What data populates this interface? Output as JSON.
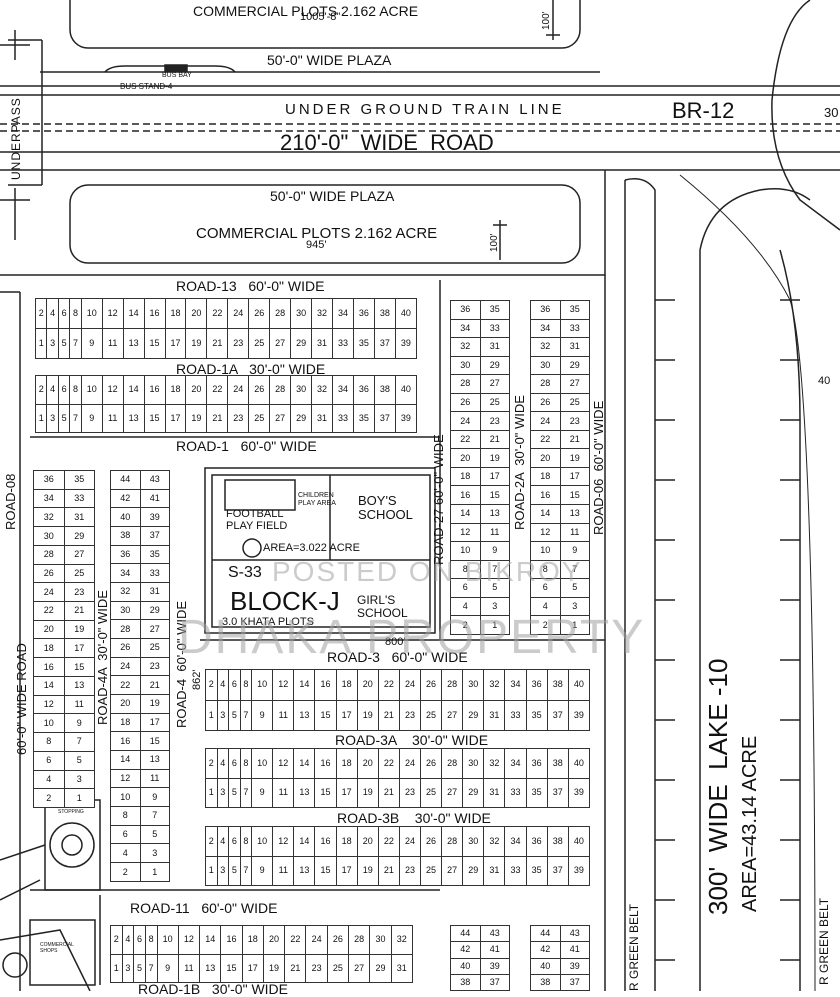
{
  "labels": {
    "commercial_top": "COMMERCIAL PLOTS 2.162 ACRE",
    "commercial_top_dim": "1005'-8\"",
    "plaza_top": "50'-0\" WIDE PLAZA",
    "bus_bay": "BUS BAY",
    "bus_stand": "BUS STAND-4",
    "underpass": "UNDERPASS",
    "train_line": "UNDER GROUND TRAIN LINE",
    "br12": "BR-12",
    "edge_30": "30",
    "main_road": "210'-0\"  WIDE  ROAD",
    "plaza_bottom": "50'-0\" WIDE PLAZA",
    "commercial_bottom": "COMMERCIAL PLOTS 2.162 ACRE",
    "commercial_bottom_dim": "945'",
    "dim_100_top": "100'",
    "dim_100_bottom": "100'",
    "road13": "ROAD-13   60'-0\" WIDE",
    "road1a": "ROAD-1A   30'-0\" WIDE",
    "road1": "ROAD-1   60'-0\" WIDE",
    "road27": "ROAD-27 60'-0\" WIDE",
    "road2a": "ROAD-2A  30'-0\" WIDE",
    "road06": "ROAD-06  60'-0\" WIDE",
    "road08": "ROAD-08",
    "wide_road_60": "60'-0\" WIDE ROAD",
    "road4a": "ROAD-4A  30'-0\" WIDE",
    "road4": "ROAD-4  60'-0\" WIDE",
    "dim_862": "862'",
    "road3": "ROAD-3   60'-0\" WIDE",
    "dim_800": "800'",
    "road3a": "ROAD-3A    30'-0\" WIDE",
    "road3b": "ROAD-3B    30'-0\" WIDE",
    "road11": "ROAD-11   60'-0\" WIDE",
    "road1b": "ROAD-1B   30'-0\" WIDE",
    "football": "FOOTBALL\nPLAY FIELD",
    "children": "CHILDREN\nPLAY AREA",
    "boys_school": "BOY'S\nSCHOOL",
    "area_block": "AREA=3.022 ACRE",
    "s33": "S-33",
    "block_j": "BLOCK-J",
    "girls_school": "GIRL'S\nSCHOOL",
    "khata": "3.0 KHATA PLOTS",
    "lake": "300'  WIDE  LAKE -10",
    "lake_area": "AREA=43.14 ACRE",
    "green_belt_left": "R GREEN BELT",
    "green_belt_right": "R GREEN BELT",
    "edge_40": "40",
    "commercial_shops": "COMMERCIAL\nSHOPS",
    "stopping": "STOPPING",
    "watermark_1": "POSTED ON BIKROY",
    "watermark_2": "DHAKA PROPERTY"
  },
  "blocks": {
    "row_a_top": [
      "2",
      "4",
      "6",
      "8",
      "10",
      "12",
      "14",
      "16",
      "18",
      "20",
      "22",
      "24",
      "26",
      "28",
      "30",
      "32",
      "34",
      "36",
      "38",
      "40"
    ],
    "row_a_bottom": [
      "1",
      "3",
      "5",
      "7",
      "9",
      "11",
      "13",
      "15",
      "17",
      "19",
      "21",
      "23",
      "25",
      "27",
      "29",
      "31",
      "33",
      "35",
      "37",
      "39"
    ],
    "row_c_top": [
      "2",
      "4",
      "6",
      "8",
      "10",
      "12",
      "14",
      "16",
      "18",
      "20",
      "22",
      "24",
      "26",
      "28",
      "30",
      "32"
    ],
    "row_c_bottom": [
      "1",
      "3",
      "5",
      "7",
      "9",
      "11",
      "13",
      "15",
      "17",
      "19",
      "21",
      "23",
      "25",
      "27",
      "29",
      "31"
    ],
    "col_36_left": [
      "36",
      "34",
      "32",
      "30",
      "28",
      "26",
      "24",
      "22",
      "20",
      "18",
      "16",
      "14",
      "12",
      "10",
      "8",
      "6",
      "4",
      "2"
    ],
    "col_36_right": [
      "35",
      "33",
      "31",
      "29",
      "27",
      "25",
      "23",
      "21",
      "19",
      "17",
      "15",
      "13",
      "11",
      "9",
      "7",
      "5",
      "3",
      "1"
    ],
    "col_44_left": [
      "44",
      "42",
      "40",
      "38",
      "36",
      "34",
      "32",
      "30",
      "28",
      "26",
      "24",
      "22",
      "20",
      "18",
      "16",
      "14",
      "12",
      "10",
      "8",
      "6",
      "4",
      "2"
    ],
    "col_44_right": [
      "43",
      "41",
      "39",
      "37",
      "35",
      "33",
      "31",
      "29",
      "27",
      "25",
      "23",
      "21",
      "19",
      "17",
      "15",
      "13",
      "11",
      "9",
      "7",
      "5",
      "3",
      "1"
    ],
    "col_bottom_left": [
      "44",
      "42",
      "40",
      "38"
    ],
    "col_bottom_right": [
      "43",
      "41",
      "39",
      "37"
    ]
  }
}
